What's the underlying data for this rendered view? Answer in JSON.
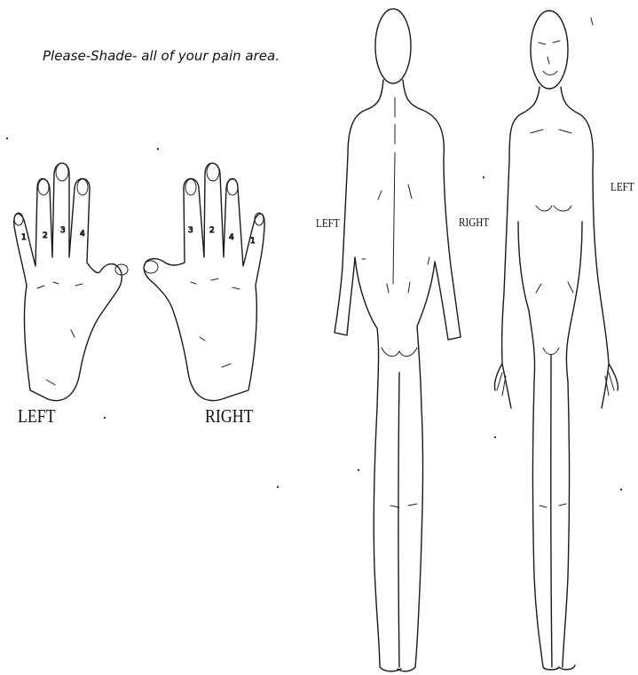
{
  "instruction": "Please-Shade- all of your pain area.",
  "hands": {
    "left_label": "LEFT",
    "right_label": "RIGHT",
    "left_finger_marks": [
      "1",
      "2",
      "3",
      "4"
    ],
    "right_finger_marks": [
      "1",
      "2",
      "3",
      "4"
    ]
  },
  "back_view": {
    "left_label": "LEFT",
    "right_label": "RIGHT"
  },
  "front_view": {
    "left_label": "LEFT"
  }
}
